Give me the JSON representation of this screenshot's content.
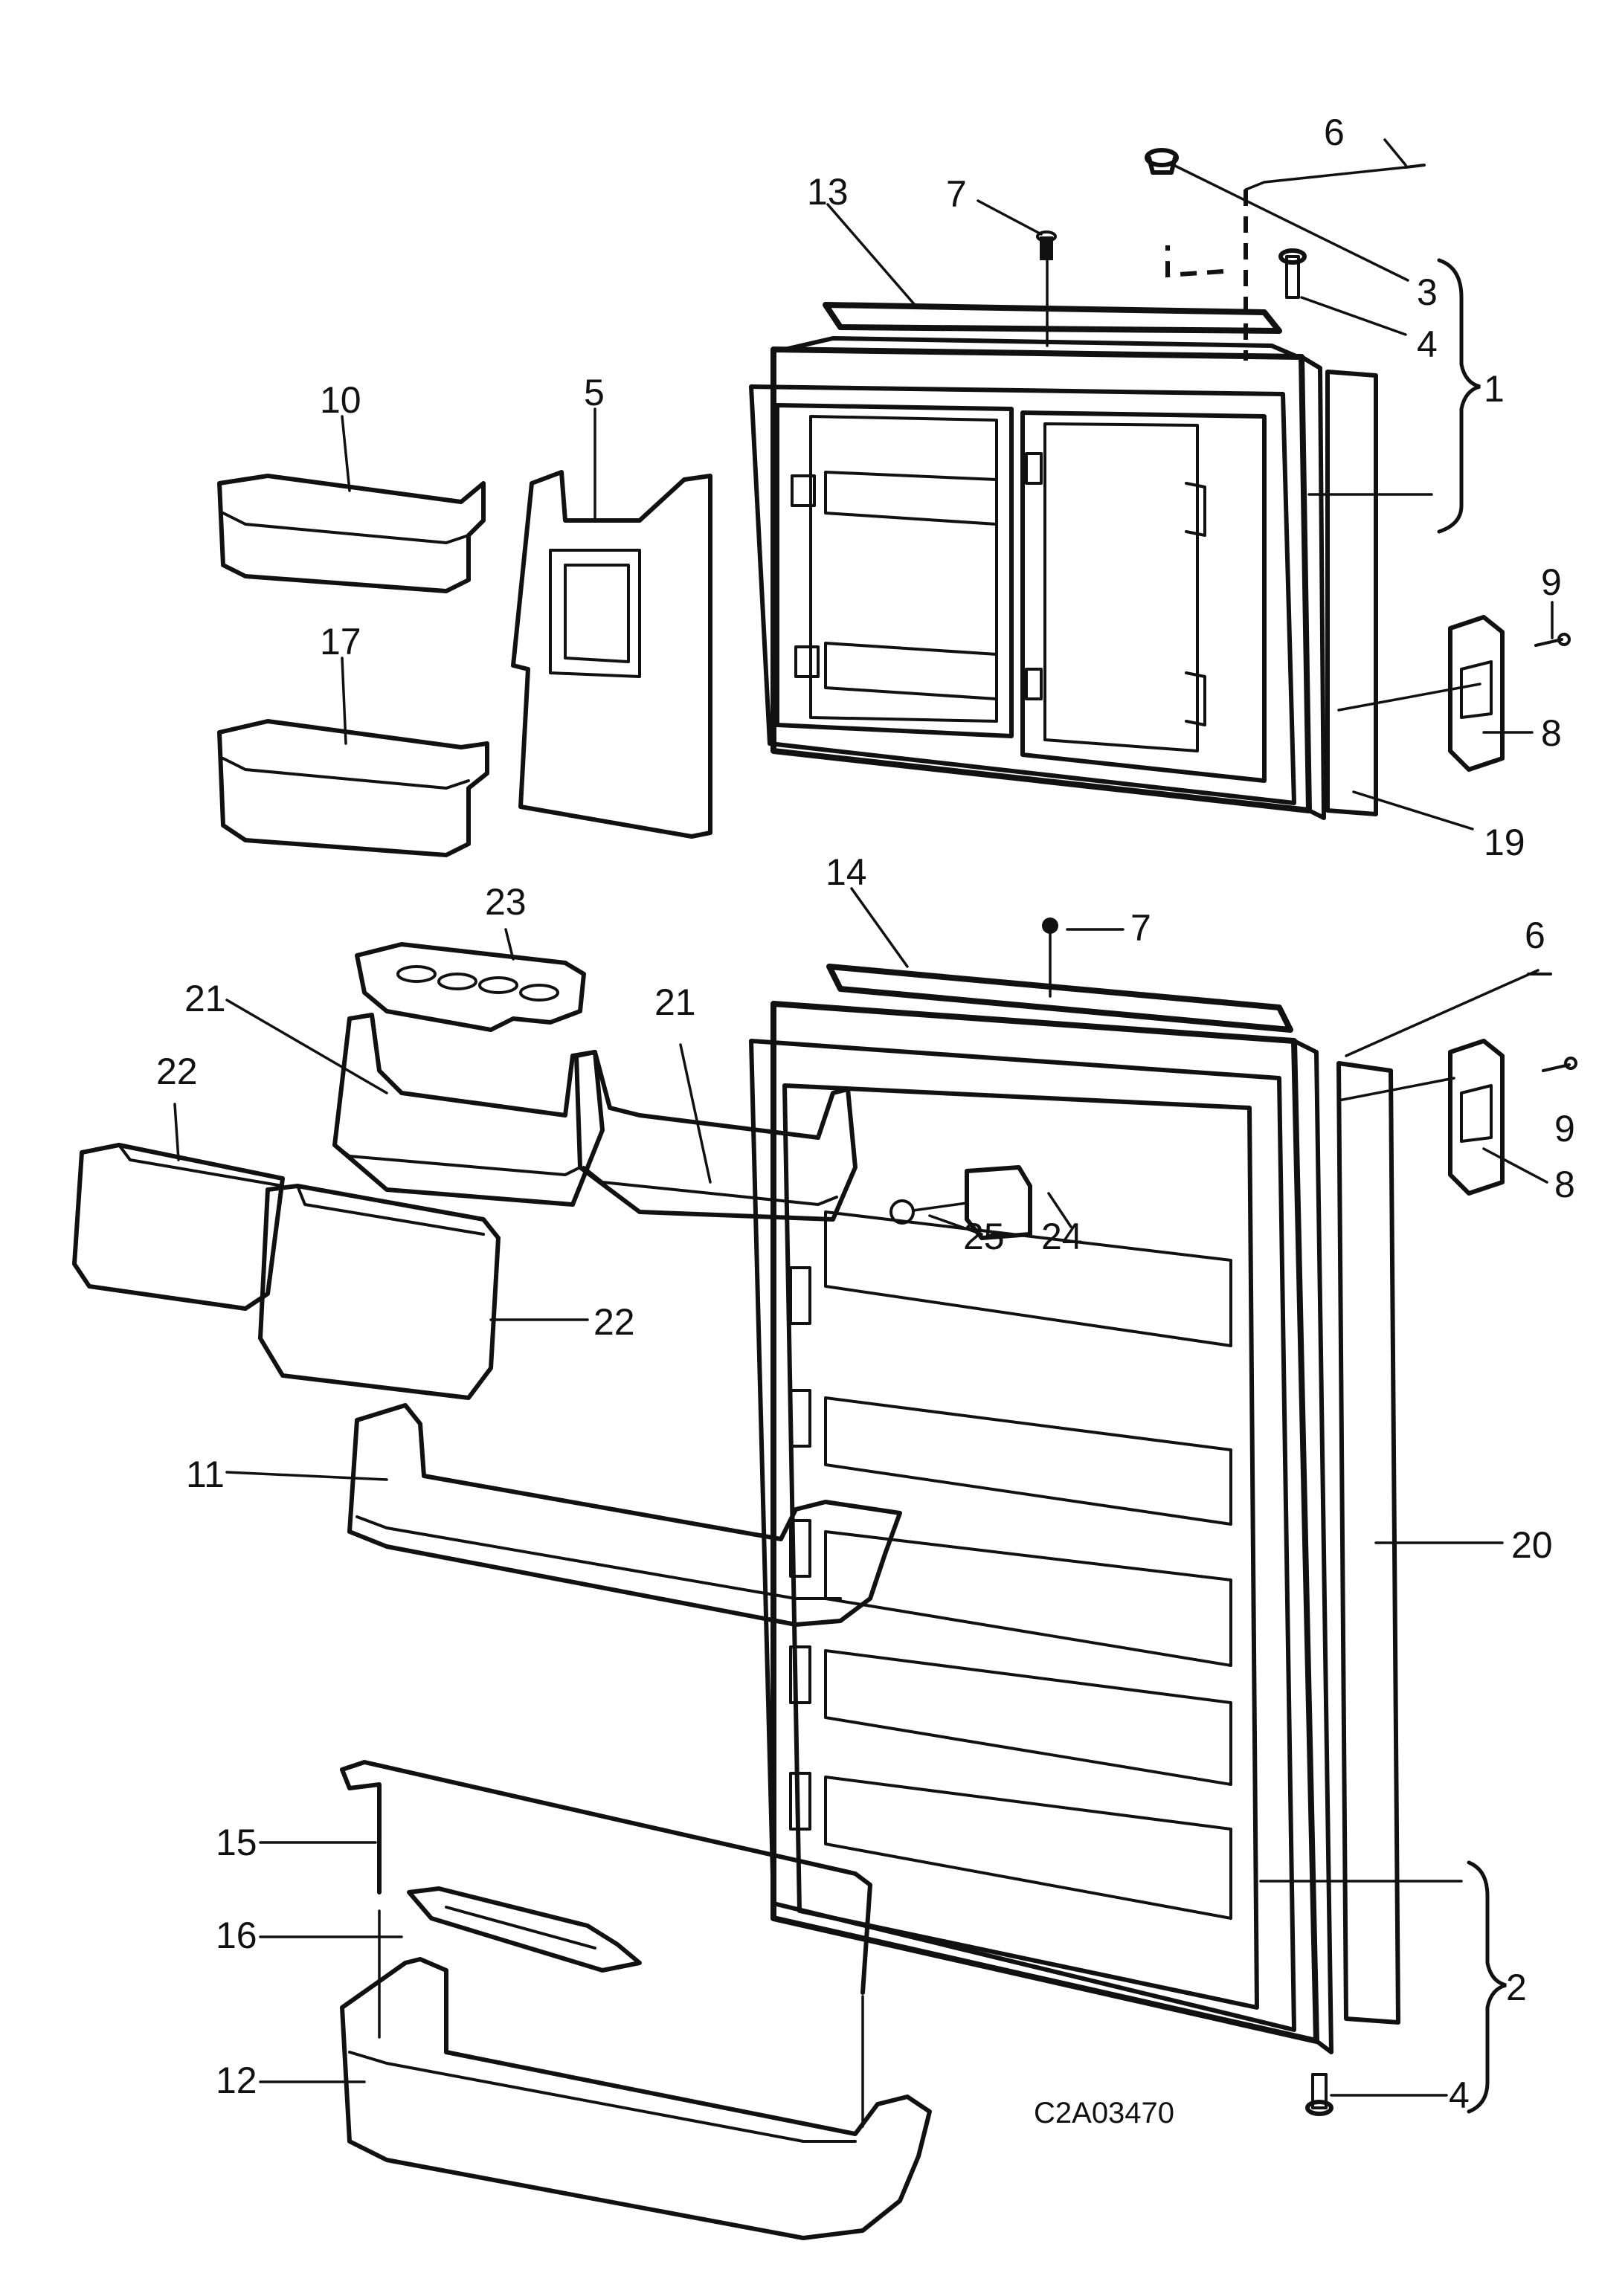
{
  "drawing_code": "C2A03470",
  "labels": {
    "l1": "1",
    "l2": "2",
    "l3": "3",
    "l4a": "4",
    "l4b": "4",
    "l5": "5",
    "l6a": "6",
    "l6b": "6",
    "l7a": "7",
    "l7b": "7",
    "l8a": "8",
    "l8b": "8",
    "l9a": "9",
    "l9b": "9",
    "l10": "10",
    "l11": "11",
    "l12": "12",
    "l13": "13",
    "l14": "14",
    "l15": "15",
    "l16": "16",
    "l17": "17",
    "l19": "19",
    "l20": "20",
    "l21a": "21",
    "l21b": "21",
    "l22a": "22",
    "l22b": "22",
    "l23": "23",
    "l24": "24",
    "l25": "25"
  }
}
